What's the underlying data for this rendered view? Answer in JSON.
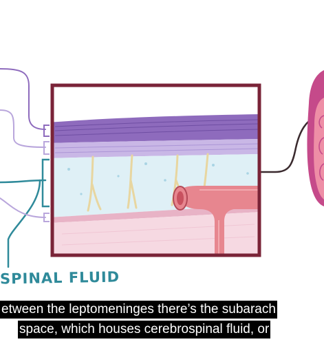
{
  "label": {
    "text": "SPINAL FLUID",
    "color": "#2f8a9a"
  },
  "captions": [
    "etween the leptomeninges there’s the subarach",
    "space, which houses cerebrospinal fluid, or"
  ],
  "colors": {
    "frame": "#7a2438",
    "dura": "#8e6bbd",
    "arachnoid": "#c9b7e6",
    "csf": "#dff0f6",
    "pia": "#f6d9e2",
    "vessel": "#e7868f",
    "trabeculae": "#f1e3b6",
    "teal_line": "#2f8a9a",
    "purple_line": "#8e6bbd"
  }
}
